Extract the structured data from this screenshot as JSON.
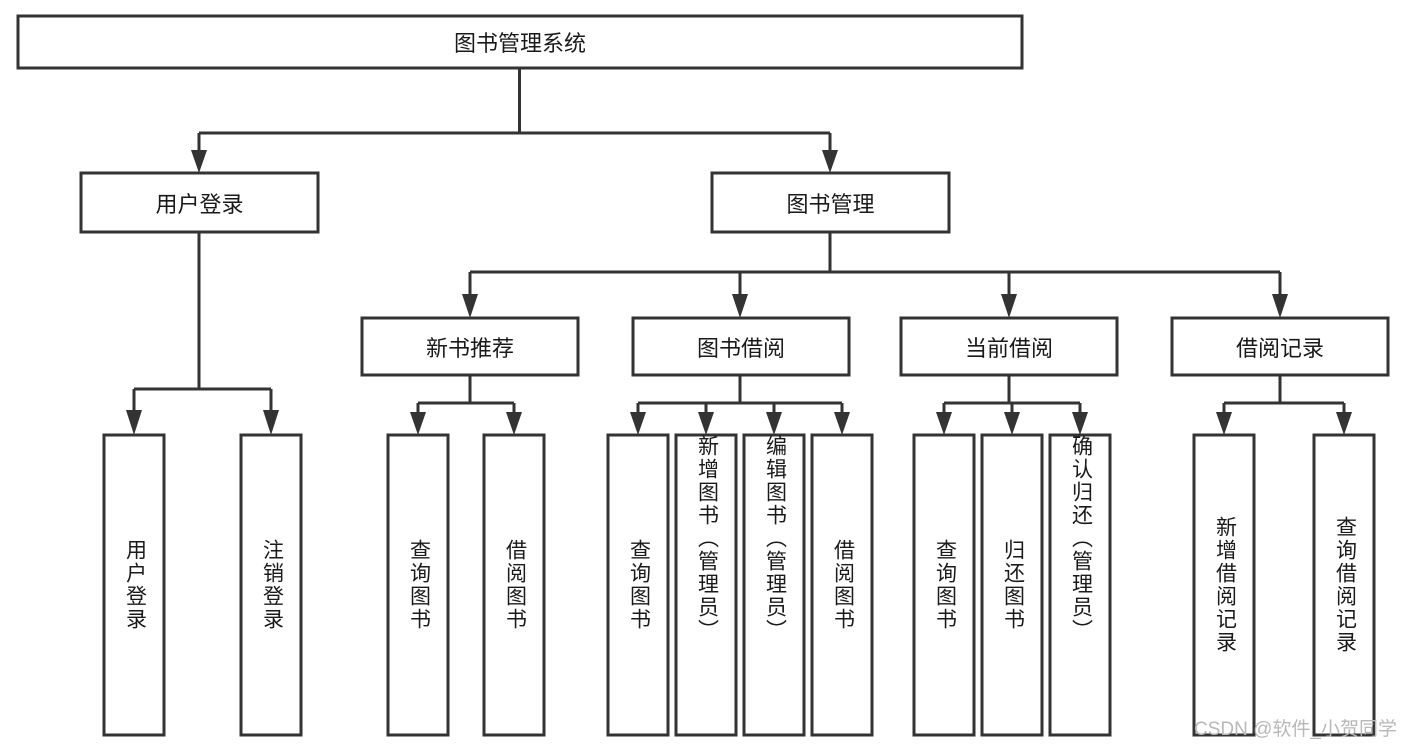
{
  "diagram": {
    "title": "图书管理系统",
    "type": "tree",
    "orientation": "top-down",
    "colors": {
      "box_stroke": "#333333",
      "box_fill": "#ffffff",
      "connector": "#333333",
      "text": "#1a1a1a",
      "watermark": "#b8b8b8",
      "background": "#ffffff"
    },
    "levels": [
      {
        "level": 1,
        "nodes": [
          {
            "id": "root",
            "label": "图书管理系统",
            "text_orientation": "horizontal"
          }
        ]
      },
      {
        "level": 2,
        "nodes": [
          {
            "id": "login",
            "label": "用户登录",
            "text_orientation": "horizontal",
            "parent": "root"
          },
          {
            "id": "bookmgmt",
            "label": "图书管理",
            "text_orientation": "horizontal",
            "parent": "root"
          }
        ]
      },
      {
        "level": 3,
        "nodes": [
          {
            "id": "newbook",
            "label": "新书推荐",
            "text_orientation": "horizontal",
            "parent": "bookmgmt"
          },
          {
            "id": "borrow",
            "label": "图书借阅",
            "text_orientation": "horizontal",
            "parent": "bookmgmt"
          },
          {
            "id": "current",
            "label": "当前借阅",
            "text_orientation": "horizontal",
            "parent": "bookmgmt"
          },
          {
            "id": "records",
            "label": "借阅记录",
            "text_orientation": "horizontal",
            "parent": "bookmgmt"
          }
        ]
      },
      {
        "level": 4,
        "nodes": [
          {
            "id": "leaf1",
            "label": "用户登录",
            "text_orientation": "vertical",
            "parent": "login"
          },
          {
            "id": "leaf2",
            "label": "注销登录",
            "text_orientation": "vertical",
            "parent": "login"
          },
          {
            "id": "leaf3",
            "label": "查询图书",
            "text_orientation": "vertical",
            "parent": "newbook"
          },
          {
            "id": "leaf4",
            "label": "借阅图书",
            "text_orientation": "vertical",
            "parent": "newbook"
          },
          {
            "id": "leaf5",
            "label": "查询图书",
            "text_orientation": "vertical",
            "parent": "borrow"
          },
          {
            "id": "leaf6",
            "label": "新增图书（管理员）",
            "text_orientation": "vertical",
            "parent": "borrow"
          },
          {
            "id": "leaf7",
            "label": "编辑图书（管理员）",
            "text_orientation": "vertical",
            "parent": "borrow"
          },
          {
            "id": "leaf8",
            "label": "借阅图书",
            "text_orientation": "vertical",
            "parent": "borrow"
          },
          {
            "id": "leaf9",
            "label": "查询图书",
            "text_orientation": "vertical",
            "parent": "current"
          },
          {
            "id": "leaf10",
            "label": "归还图书",
            "text_orientation": "vertical",
            "parent": "current"
          },
          {
            "id": "leaf11",
            "label": "确认归还（管理员）",
            "text_orientation": "vertical",
            "parent": "current"
          },
          {
            "id": "leaf12",
            "label": "新增借阅记录",
            "text_orientation": "vertical",
            "parent": "records"
          },
          {
            "id": "leaf13",
            "label": "查询借阅记录",
            "text_orientation": "vertical",
            "parent": "records"
          }
        ]
      }
    ]
  },
  "watermark": {
    "text": "CSDN @软件_小贺同学"
  }
}
